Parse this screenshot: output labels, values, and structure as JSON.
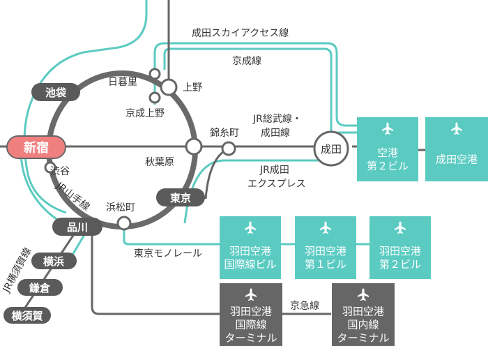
{
  "colors": {
    "teal": "#5bcbc2",
    "ring": "#6a6a6a",
    "dark": "#5a5a5a",
    "dark_box": "#666666",
    "shinjuku": "#f08080",
    "text": "#333333"
  },
  "icons": {
    "airport": "airplane-icon"
  },
  "pills": {
    "ikebukuro": "池袋",
    "shinjuku": "新宿",
    "tokyo": "東京",
    "shinagawa": "品川",
    "yokohama": "横浜",
    "kamakura": "鎌倉",
    "yokosuka": "横須賀",
    "narita": "成田"
  },
  "stations": {
    "nippori": "日暮里",
    "ueno": "上野",
    "keisei_ueno": "京成上野",
    "kinshicho": "錦糸町",
    "akihabara": "秋葉原",
    "shibuya": "渋谷",
    "hamamatsucho": "浜松町"
  },
  "lines": {
    "skyaccess": "成田スカイアクセス線",
    "keisei": "京成線",
    "sobu_l1": "JR総武線・",
    "sobu_l2": "成田線",
    "nex_l1": "JR成田",
    "nex_l2": "エクスプレス",
    "yamanote": "JR山手線",
    "yokosuka": "JR横須賀線",
    "monorail": "東京モノレール",
    "keikyu": "京急線"
  },
  "boxes": {
    "narita_t2": [
      "空港",
      "第２ビル"
    ],
    "narita_airport": [
      "成田空港"
    ],
    "haneda_intl_bldg": [
      "羽田空港",
      "国際線ビル"
    ],
    "haneda_t1": [
      "羽田空港",
      "第１ビル"
    ],
    "haneda_t2": [
      "羽田空港",
      "第２ビル"
    ],
    "haneda_intl_term": [
      "羽田空港",
      "国際線",
      "ターミナル"
    ],
    "haneda_dom_term": [
      "羽田空港",
      "国内線",
      "ターミナル"
    ]
  }
}
